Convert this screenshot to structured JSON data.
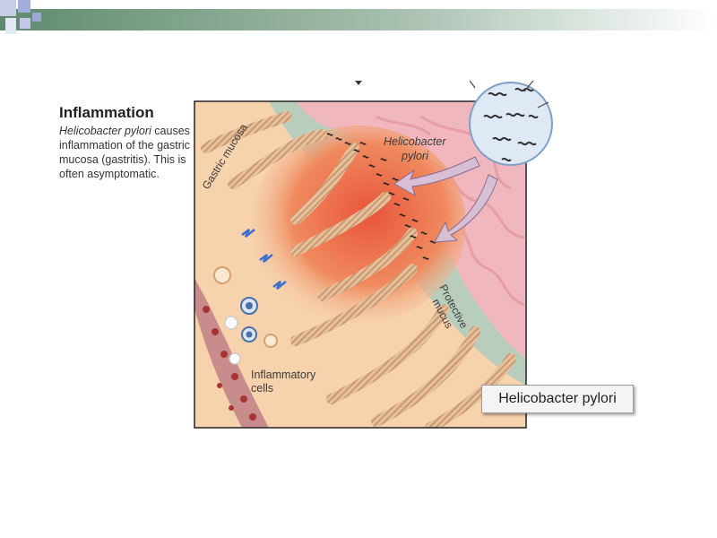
{
  "caption": {
    "title": "Inflammation",
    "line1_italic": "Helicobacter pylori",
    "line1_rest": " causes inflammation of the gastric mucosa (gastritis). This is often asymptomatic."
  },
  "diagram": {
    "label_gastric_mucosa": "Gastric mucosa",
    "label_hp_1": "Helicobacter",
    "label_hp_2": "pylori",
    "label_protective_1": "Protective",
    "label_protective_2": "mucus",
    "label_inflam_1": "Inflammatory",
    "label_inflam_2": "cells"
  },
  "tooltip": {
    "text": "Helicobacter pylori"
  },
  "colors": {
    "mucosa": "#f6d2ad",
    "inflamed": "#ea5a3a",
    "mucus": "#b9cdbd",
    "lumen": "#f1b7bf",
    "vessel": "#c98c8c",
    "bar_green": "#6b8e78"
  }
}
